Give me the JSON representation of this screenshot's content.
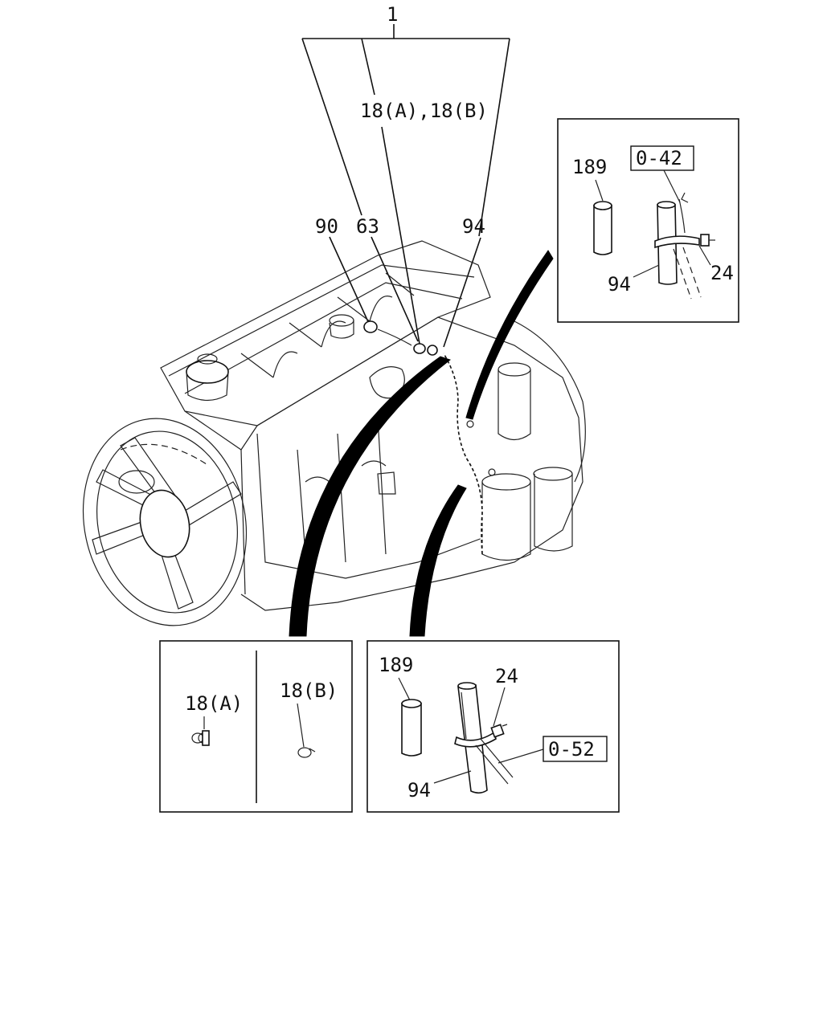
{
  "labels": {
    "assembly": "1",
    "clip_group": "18(A),18(B)",
    "p90": "90",
    "p63": "63",
    "p94_main": "94",
    "detail_top": {
      "p189": "189",
      "ref": "0-42",
      "p24": "24",
      "p94": "94"
    },
    "detail_clips": {
      "a": "18(A)",
      "b": "18(B)"
    },
    "detail_bottom": {
      "p189": "189",
      "p24": "24",
      "ref": "0-52",
      "p94": "94"
    }
  }
}
